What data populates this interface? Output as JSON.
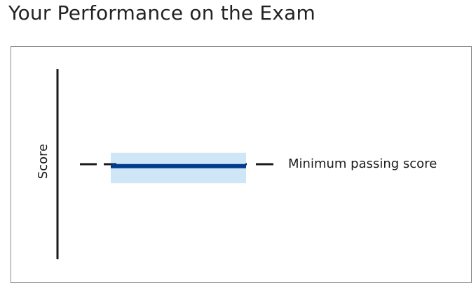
{
  "page": {
    "title": "Your Performance on the Exam"
  },
  "chart_data": {
    "type": "bar",
    "title": "",
    "xlabel": "",
    "ylabel": "Score",
    "reference_line": {
      "label": "Minimum passing score",
      "style": "dashed",
      "value": 0.5
    },
    "score_estimate": {
      "value": 0.49,
      "range": [
        0.4,
        0.56
      ],
      "line_color": "#003b8e",
      "band_color": "#cfe6f7"
    },
    "ylim": [
      0,
      1
    ],
    "grid": false,
    "legend": "none",
    "axis_color": "#1a1a1a"
  }
}
